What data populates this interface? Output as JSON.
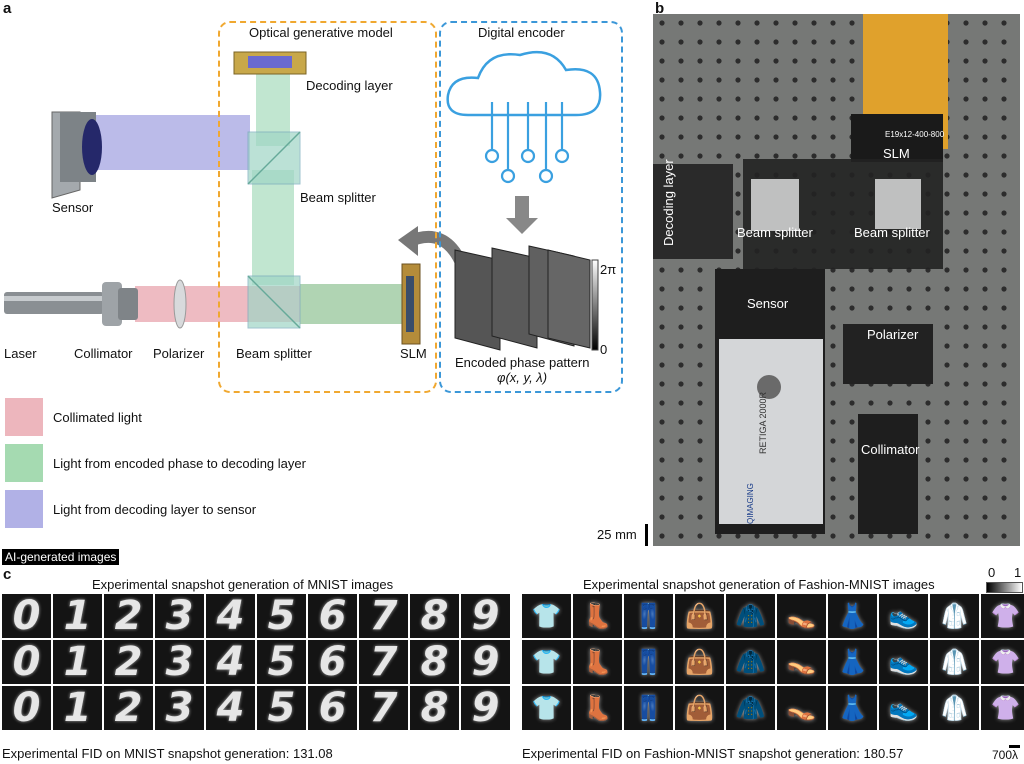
{
  "panels": {
    "a": "a",
    "b": "b",
    "c": "c"
  },
  "panel_a": {
    "optical_box_title": "Optical generative model",
    "digital_box_title": "Digital encoder",
    "labels": {
      "decoding_layer": "Decoding layer",
      "sensor": "Sensor",
      "beam_splitter_top": "Beam splitter",
      "beam_splitter_bottom": "Beam splitter",
      "laser": "Laser",
      "collimator": "Collimator",
      "polarizer": "Polarizer",
      "slm": "SLM",
      "encoded_phase": "Encoded phase pattern",
      "phi": "φ(x, y, λ)",
      "scale_top": "2π",
      "scale_bottom": "0"
    },
    "legend": [
      {
        "label": "Collimated light",
        "color": "#e8a4ad"
      },
      {
        "label": "Light from encoded phase to decoding layer",
        "color": "#8fd19e"
      },
      {
        "label": "Light from decoding layer to sensor",
        "color": "#9e9ee0"
      }
    ],
    "colors": {
      "optical_box": "#f0a830",
      "digital_box": "#3b97d8",
      "cloud": "#3aa0e0"
    }
  },
  "panel_b": {
    "labels": {
      "slm": "SLM",
      "slm_chip": "E19x12-400-800",
      "decoding_layer": "Decoding layer",
      "beam_splitter_left": "Beam splitter",
      "beam_splitter_right": "Beam splitter",
      "sensor": "Sensor",
      "polarizer": "Polarizer",
      "collimator": "Collimator",
      "camera_brand": "RETIGA 2000R",
      "camera_maker": "QIMAGING"
    },
    "scale_bar": "25 mm"
  },
  "ai_tag": "AI-generated images",
  "panel_c": {
    "mnist_title": "Experimental snapshot generation of MNIST images",
    "fashion_title": "Experimental snapshot generation of Fashion-MNIST images",
    "mnist_fid": "Experimental FID on MNIST snapshot generation: 131.08",
    "fashion_fid": "Experimental FID on Fashion-MNIST snapshot generation: 180.57",
    "colorbar_min": "0",
    "colorbar_max": "1",
    "scale_bar": "700λ",
    "mnist_digits": [
      "0",
      "1",
      "2",
      "3",
      "4",
      "5",
      "6",
      "7",
      "8",
      "9"
    ],
    "fashion_items": [
      "👕",
      "👢",
      "👖",
      "👜",
      "🧥",
      "👡",
      "👗",
      "👟",
      "🥼",
      "👚"
    ]
  }
}
